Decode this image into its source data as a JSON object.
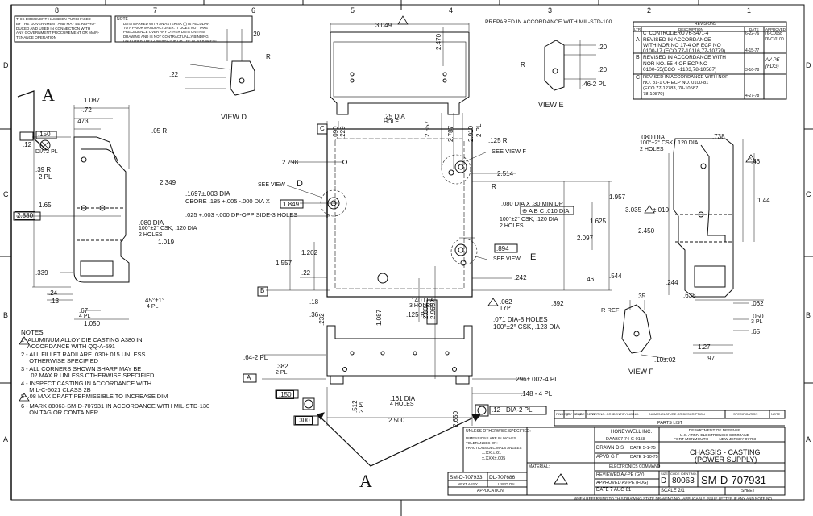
{
  "border": {
    "top_zones": [
      "8",
      "7",
      "6",
      "5",
      "4",
      "3",
      "2",
      "1"
    ],
    "side_zones": [
      "D",
      "C",
      "B",
      "A"
    ]
  },
  "notices": {
    "purchase": "THIS DOCUMENT HAS BEEN PURCHASED\nBY THE GOVERNMENT AND MAY BE REPRO-\nDUCED AND USED IN CONNECTION WITH\nANY GOVERNMENT PROCUREMENT OR MAIN-\nTENANCE OPERATION",
    "note_label": "NOTE",
    "note_text": "DATA MARKED WITH AN ASTERISK (*) IS PECULIAR\nTO A PRIOR MANUFACTURER. IT DOES NOT TAKE\nPRECEDENCE OVER ANY OTHER DATA ON THIS\nDRAWING AND IS NOT CONTRACTUALLY BINDING\nON EITHER THE CONTRACTOR OR THE GOVERNMENT.",
    "prepared": "PREPARED IN ACCORDANCE WITH MIL-STD-100"
  },
  "revisions": {
    "title": "REVISIONS",
    "headers": [
      "LTR",
      "DESCRIPTION",
      "DATE",
      "APPROVED"
    ],
    "rows": [
      {
        "ltr": "",
        "desc": "C  CONTROL/ERO 76-S471-4",
        "date": "6-22-76",
        "appr": "76-C0058"
      },
      {
        "ltr": "A",
        "desc": "REVISED IN ACCORDANCE\nWITH NOR NO 17-4 OF ECP NO\n0100-17 (ECO 77-10116,77-10779)",
        "date": "4-15-77",
        "appr": "76-C-0100"
      },
      {
        "ltr": "B",
        "desc": "REVISED IN ACCORDANCE WITH\nNOR NO. 55-4 OF ECP NO\n0100-55(ECO  -1103,78-10587)",
        "date": "3-16-78",
        "appr": "AV-PE\n(FDG)"
      },
      {
        "ltr": "C",
        "desc": "REVISED IN ACCORDANCE WITH NOR\nNO. 81-1 OF ECP NO. 0100-81\n(ECO 77-12783, 78-10587,\n78-10879)",
        "date": "4-27-78",
        "appr": ""
      }
    ]
  },
  "callouts": {
    "a_upper": "A",
    "a_lower": "A",
    "view_d": "VIEW D",
    "view_e": "VIEW E",
    "view_f": "VIEW F",
    "see_view_d": "SEE VIEW",
    "see_view_d_letter": "D",
    "see_view_e": "SEE VIEW",
    "see_view_e_letter": "E",
    "see_view_f": "SEE VIEW F",
    "r_ref": "R REF",
    "datum_a": "A",
    "datum_b": "B",
    "datum_c": "C"
  },
  "dimensions": {
    "d1087": "1.087",
    "d72": "-.72",
    "d473": ".473",
    "d05r": ".05 R",
    "d150": ".150",
    "d12dia": ".12",
    "dia2pl": "DIA 2 PL",
    "d39r": ".39 R",
    "d2pl_a": "2 PL",
    "d2349": "2.349",
    "d2880": "2.880",
    "d165": "1.65",
    "d080": ".080 DIA",
    "d080csk": "100°±2° CSK, .120 DIA",
    "d2holes": "2 HOLES",
    "d1019": "1.019",
    "d339": ".339",
    "d24": ".24",
    "d13": ".13",
    "d67": ".67",
    "d4pl": "4 PL",
    "d1050": "1.050",
    "d45": "45°±1°",
    "d4pl_b": "4 PL",
    "d3049": "3.049",
    "d2470": "2.470",
    "d20a": ".20",
    "d22a": ".22",
    "r_a": "R",
    "d20b": ".20",
    "d20c": ".20",
    "d462pl": ".46-2 PL",
    "r_b": "R",
    "d25dia": ".25  DIA",
    "hole": "HOLE",
    "d2557": "2.557",
    "d2787": "2.787",
    "d2910": "2.910",
    "d2pl_b": "2 PL",
    "d125r": ".125 R",
    "d090": ".090",
    "d229": ".229",
    "d2798": "2.798",
    "d2514": "2.514",
    "r_c": "R",
    "d1697": ".1697±.003 DIA",
    "cbore": "CBORE  .185 +.005 -.000 DIA X",
    "d025": ".025 +.003 -.000 DP-OPP SIDE-3 HOLES",
    "d1849": "1.849",
    "d1957": "1.957",
    "d080dp": ".080 DIA X .30 MIN DP",
    "fcf": "⊕ A B C .010 DIA",
    "d080csk2": "100°±2° CSK, .120 DIA",
    "d2holes2": "2 HOLES",
    "d1625": "1.625",
    "d2097": "2.097",
    "d894": ".894",
    "d544": ".544",
    "d1557": "1.557",
    "d1202": "1.202",
    "d22b": ".22",
    "d242": ".242",
    "d46": ".46",
    "d18": ".18",
    "d36": ".36",
    "d232": ".232",
    "d1087b": "1.087",
    "d140": ".140 DIA",
    "d3holes": "3 HOLES",
    "d125r2": ".125 R",
    "d2807": "2.807",
    "d2966": "2.966",
    "d062": ".062",
    "typ": "TYP",
    "d392": ".392",
    "d071": ".071 DIA-8 HOLES",
    "d071csk": "100°±2° CSK, .123 DIA",
    "d642pl": ".64-2 PL",
    "d382": ".382",
    "d2pl_c": "2 PL",
    "d150b": ".150",
    "d300": ".300",
    "d512": ".512",
    "d2pl_d": "2 PL",
    "d161": ".161 DIA",
    "d4holes": "4 HOLES",
    "d2500": "2.500",
    "d2650": "2.650",
    "d296": ".296±.002-4 PL",
    "d148": ".148 - 4 PL",
    "d12dia2": ".12",
    "dia2pl2": "DIA-2 PL",
    "d738": ".738",
    "d080b": ".080 DIA",
    "d080bcsk": "100°±2° CSK, .120 DIA",
    "d2holes3": "2 HOLES",
    "d46b": ".46",
    "d5": "5",
    "d3035": "3.035",
    "d010": "±.010",
    "d2450": "2.450",
    "d144": "1.44",
    "d244": ".244",
    "d638": ".638",
    "d35": ".35",
    "d062b": ".062",
    "d050": ".050",
    "d3pl": "3 PL",
    "d65": ".65",
    "d127": "1.27",
    "d97": ".97",
    "d1002": ".10±.02"
  },
  "notes": {
    "title": "NOTES:",
    "items": [
      "1- ALUMINUM ALLOY DIE CASTING A380 IN\n    ACCORDANCE WITH QQ-A-591",
      "2 - ALL FILLET RADII ARE .030±.015 UNLESS\n     OTHERWISE SPECIFIED",
      "3 - ALL CORNERS SHOWN SHARP MAY BE\n     .02 MAX R UNLESS OTHERWISE SPECIFIED",
      "4 - INSPECT CASTING IN ACCORDANCE WITH\n     MIL-C-6021 CLASS 2B",
      "5- .08 MAX DRAFT PERMISSIBLE TO INCREASE DIM",
      "6 - MARK 80063-SM-D-707931 IN ACCORDANCE WITH MIL-STD-130\n     ON TAG OR CONTAINER"
    ]
  },
  "title_block": {
    "parts_list_headers": [
      "FIND NO",
      "QTY REQD",
      "CODE IDENT",
      "PART NO. OR IDENTIFYING NO.",
      "NOMENCLATURE OR DESCRIPTION",
      "SPECIFICATION",
      "NOTE"
    ],
    "parts_list": "PARTS LIST",
    "unless": "UNLESS OTHERWISE SPECIFIED:",
    "dims_in_inches": "DIMENSIONS ARE IN INCHES",
    "tolerances": "TOLERANCES ON:",
    "fractions": "FRACTIONS  DECIMALS  ANGLES",
    "tol_values": "±.XX ±.01\n±.XXX±.005",
    "material": "MATERIAL:",
    "contractor": "HONEYWELL INC.",
    "contract_no": "DAAB07-74-C-0158",
    "drawn": "DRAWN  D S",
    "drawn_date": "DATE 5-1-75",
    "apvd": "APVD  G F",
    "apvd_date": "DATE 1-10-75",
    "agency": "DEPARTMENT OF DEFENSE\nU.S. ARMY ELECTRONICS COMMAND\nFORT MONMOUTH          NEW JERSEY 07703",
    "ecom": "ELECTRONICS COMMAND",
    "reviewed": "REVIEWED AV-PE (GV)",
    "approved": "APPROVED AV-PE (FDG)",
    "date": "DATE 7 AUG 81",
    "title_line1": "CHASSIS - CASTING",
    "title_line2": "(POWER  SUPPLY)",
    "size_label": "SIZE",
    "size": "D",
    "code_ident_label": "CODE IDENT NO.",
    "code_ident": "80063",
    "dwg_no": "SM-D-707931",
    "scale": "SCALE 2/1",
    "sheet": "SHEET",
    "next_assy": "SM-D-707933",
    "used_on": "DL-707686",
    "next_assy_label": "NEXT ASSY",
    "used_on_label": "USED ON",
    "application": "APPLICATION",
    "footer": "WHEN REFERRING TO THIS DRAWING STATE DRAWING NO., APPLICABLE ISSUE LETTER IF ANY AND NOTE NO."
  }
}
